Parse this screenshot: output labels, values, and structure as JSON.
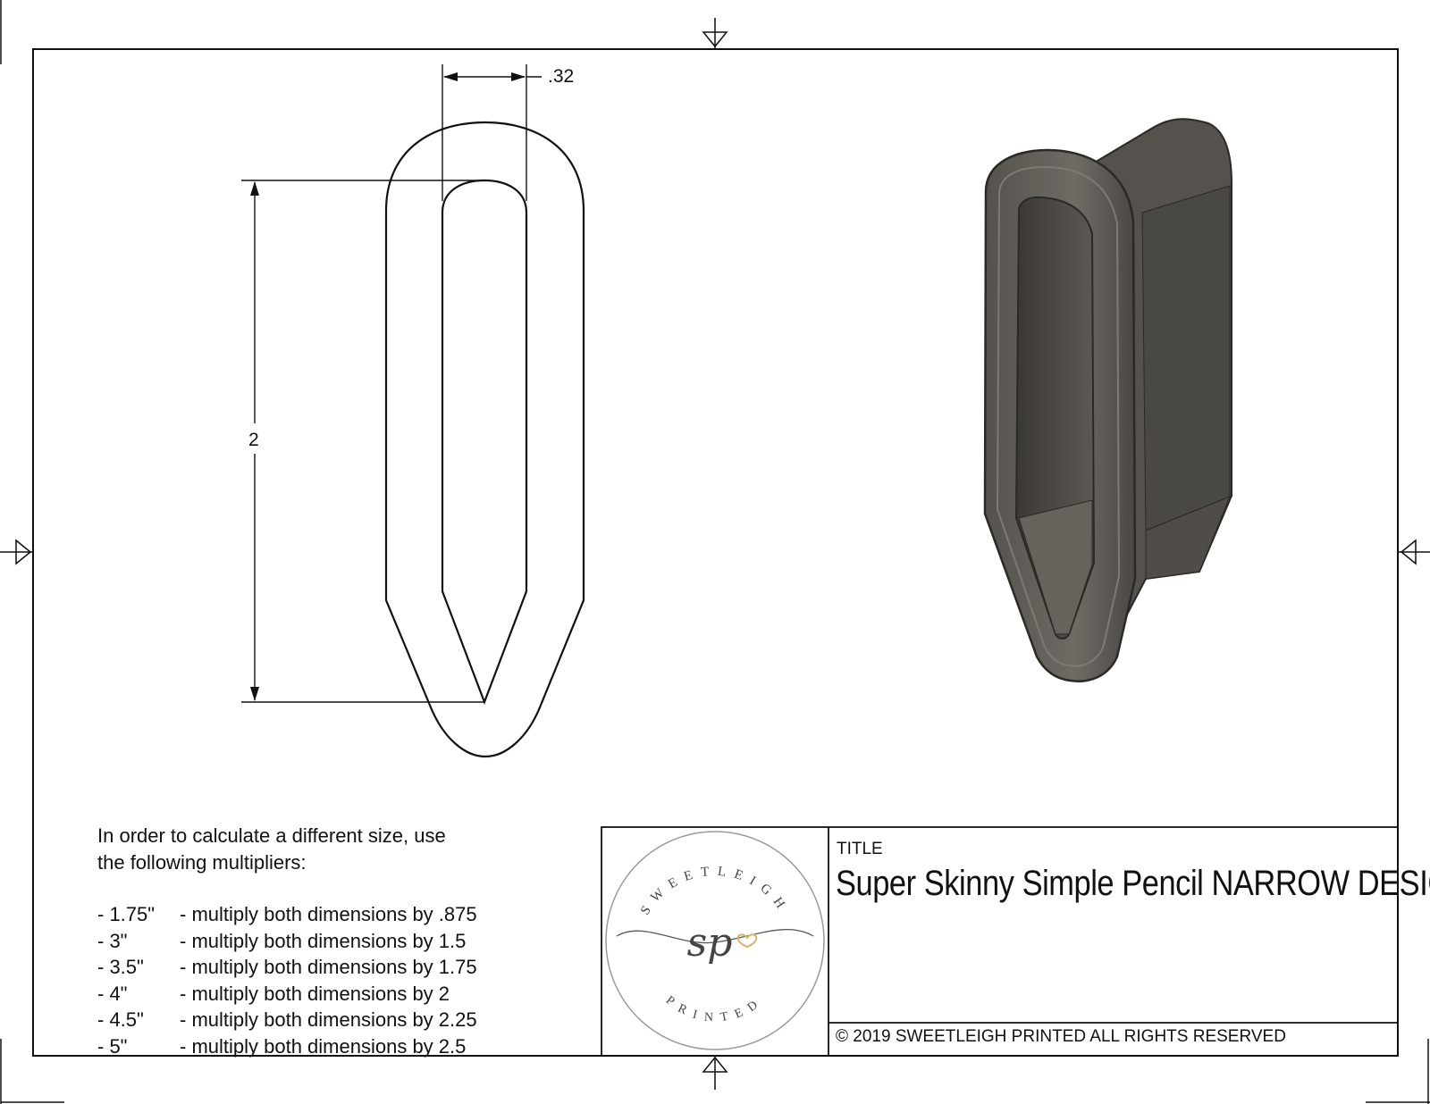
{
  "dimensions": {
    "width_label": ".32",
    "height_label": "2"
  },
  "instructions": {
    "intro_line1": "In order to calculate a different size, use",
    "intro_line2": "the following multipliers:",
    "multipliers": [
      {
        "size": "- 1.75\"",
        "text": "- multiply both dimensions by .875"
      },
      {
        "size": "- 3\"",
        "text": "- multiply both dimensions by 1.5"
      },
      {
        "size": "- 3.5\"",
        "text": "- multiply both dimensions by 1.75"
      },
      {
        "size": "- 4\"",
        "text": "- multiply both dimensions by 2"
      },
      {
        "size": "- 4.5\"",
        "text": "- multiply both dimensions by 2.25"
      },
      {
        "size": "- 5\"",
        "text": "- multiply both dimensions by 2.5"
      }
    ]
  },
  "title_block": {
    "label": "TITLE",
    "title": "Super Skinny Simple Pencil NARROW DESIGN",
    "copyright": "© 2019  SWEETLEIGH PRINTED  ALL RIGHTS RESERVED"
  },
  "logo": {
    "top_text": "SWEETLEIGH",
    "monogram": "sp",
    "bottom_text": "PRINTED"
  },
  "colors": {
    "line": "#111111",
    "model_body": "#5f5c57",
    "model_dark": "#3f3c38",
    "model_light": "#8a8780",
    "logo_heart": "#d8b46a"
  }
}
